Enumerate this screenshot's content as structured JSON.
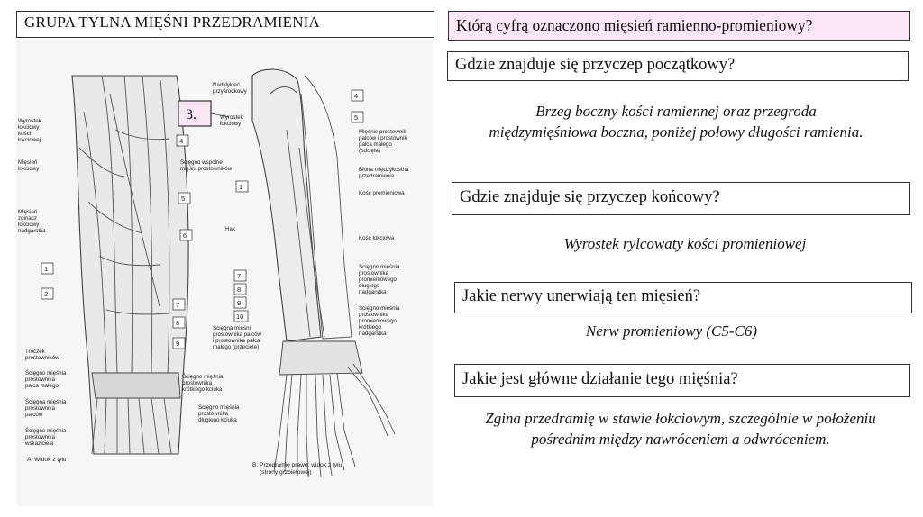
{
  "header": {
    "title": "GRUPA TYLNA MIĘŚNI PRZEDRAMIENIA"
  },
  "questions": {
    "q1": "Którą cyfrą oznaczono mięsień ramienno-promieniowy?",
    "q2": "Gdzie znajduje się przyczep początkowy?",
    "q3": "Gdzie znajduje się przyczep końcowy?",
    "q4": "Jakie nerwy unerwiają ten mięsień?",
    "q5": "Jakie jest główne działanie tego mięśnia?"
  },
  "answers": {
    "a2_line1": "Brzeg boczny kości ramiennej oraz przegroda",
    "a2_line2": "międzymięśniowa boczna, poniżej połowy długości ramienia.",
    "a3": "Wyrostek rylcowaty kości promieniowej",
    "a4": "Nerw promieniowy (C5-C6)",
    "a5_line1": "Zgina przedramię w stawie łokciowym, szczególnie w położeniu",
    "a5_line2": "pośrednim między nawróceniem a odwróceniem."
  },
  "figure": {
    "highlight_number": "3.",
    "caption_a": "A. Widok z tyłu",
    "caption_b1": "B. Przedramię prawe: widok z tyłu",
    "caption_b2": "(strony grzbietowej)",
    "label_wyrostek_lokciowy_1": "Wyrostek",
    "label_wyrostek_lokciowy_2": "łokciowy",
    "label_wyrostek_lokciowy_3": "kości",
    "label_wyrostek_lokciowy_4": "łokciowej",
    "label_miesien_lokciowy_1": "Mięsień",
    "label_miesien_lokciowy_2": "łokciowy",
    "label_zginacz_1": "Mięsień",
    "label_zginacz_2": "zginacz",
    "label_zginacz_3": "łokciowy",
    "label_zginacz_4": "nadgarstka",
    "label_sciegno_wspolne_1": "Ścięgno wspólne",
    "label_sciegno_wspolne_2": "mięśni prostowników",
    "label_troczek_1": "Troczek",
    "label_troczek_2": "prostowników",
    "label_sc_palca_malego_1": "Ścięgno mięśnia",
    "label_sc_palca_malego_2": "prostownika",
    "label_sc_palca_malego_3": "palca małego",
    "label_sc_palcow_1": "Ścięgna mięśnia",
    "label_sc_palcow_2": "prostownika",
    "label_sc_palcow_3": "palców",
    "label_sc_wskaziciela_1": "Ścięgno mięśnia",
    "label_sc_wskaziciela_2": "prostownika",
    "label_sc_wskaziciela_3": "wskaziciela",
    "label_sc_krotkiego_kciuka_1": "Ścięgno mięśnia",
    "label_sc_krotkiego_kciuka_2": "prostownika",
    "label_sc_krotkiego_kciuka_3": "krótkiego kciuka",
    "label_sc_dlugiego_kciuka_1": "Ścięgno mięśnia",
    "label_sc_dlugiego_kciuka_2": "prostownika",
    "label_sc_dlugiego_kciuka_3": "długiego kciuka",
    "label_nadklykiec_1": "Nadkłykieć",
    "label_nadklykiec_2": "przyśrodkowy",
    "label_wyrostek_b_1": "Wyrostek",
    "label_wyrostek_b_2": "łokciowy",
    "label_prostownik_palcow_1": "Mięśnie prostownik",
    "label_prostownik_palcow_2": "palców i prostownik",
    "label_prostownik_palcow_3": "palca małego",
    "label_prostownik_palcow_4": "(odcięte)",
    "label_blona_1": "Błona międzykostna",
    "label_blona_2": "przedramienia",
    "label_kosc_promieniowa": "Kość promieniowa",
    "label_hak": "Hak",
    "label_kosc_lokciowa": "Kość łokciowa",
    "label_prom_dlugi_1": "Ścięgno mięśnia",
    "label_prom_dlugi_2": "prostownika",
    "label_prom_dlugi_3": "promieniowego",
    "label_prom_dlugi_4": "długiego",
    "label_prom_dlugi_5": "nadgarstka",
    "label_prom_krotki_1": "Ścięgno mięśnia",
    "label_prom_krotki_2": "prostownika",
    "label_prom_krotki_3": "promieniowego",
    "label_prom_krotki_4": "krótkiego",
    "label_prom_krotki_5": "nadgarstka",
    "label_sc_przeciete_1": "Ścięgna mięśni",
    "label_sc_przeciete_2": "prostownika palców",
    "label_sc_przeciete_3": "i prostownika palca",
    "label_sc_przeciete_4": "małego (przecięte)",
    "num_1": "1",
    "num_2": "2",
    "num_4": "4",
    "num_5": "5",
    "num_6": "6",
    "num_7": "7",
    "num_8": "8",
    "num_9": "9",
    "num_10": "10"
  }
}
